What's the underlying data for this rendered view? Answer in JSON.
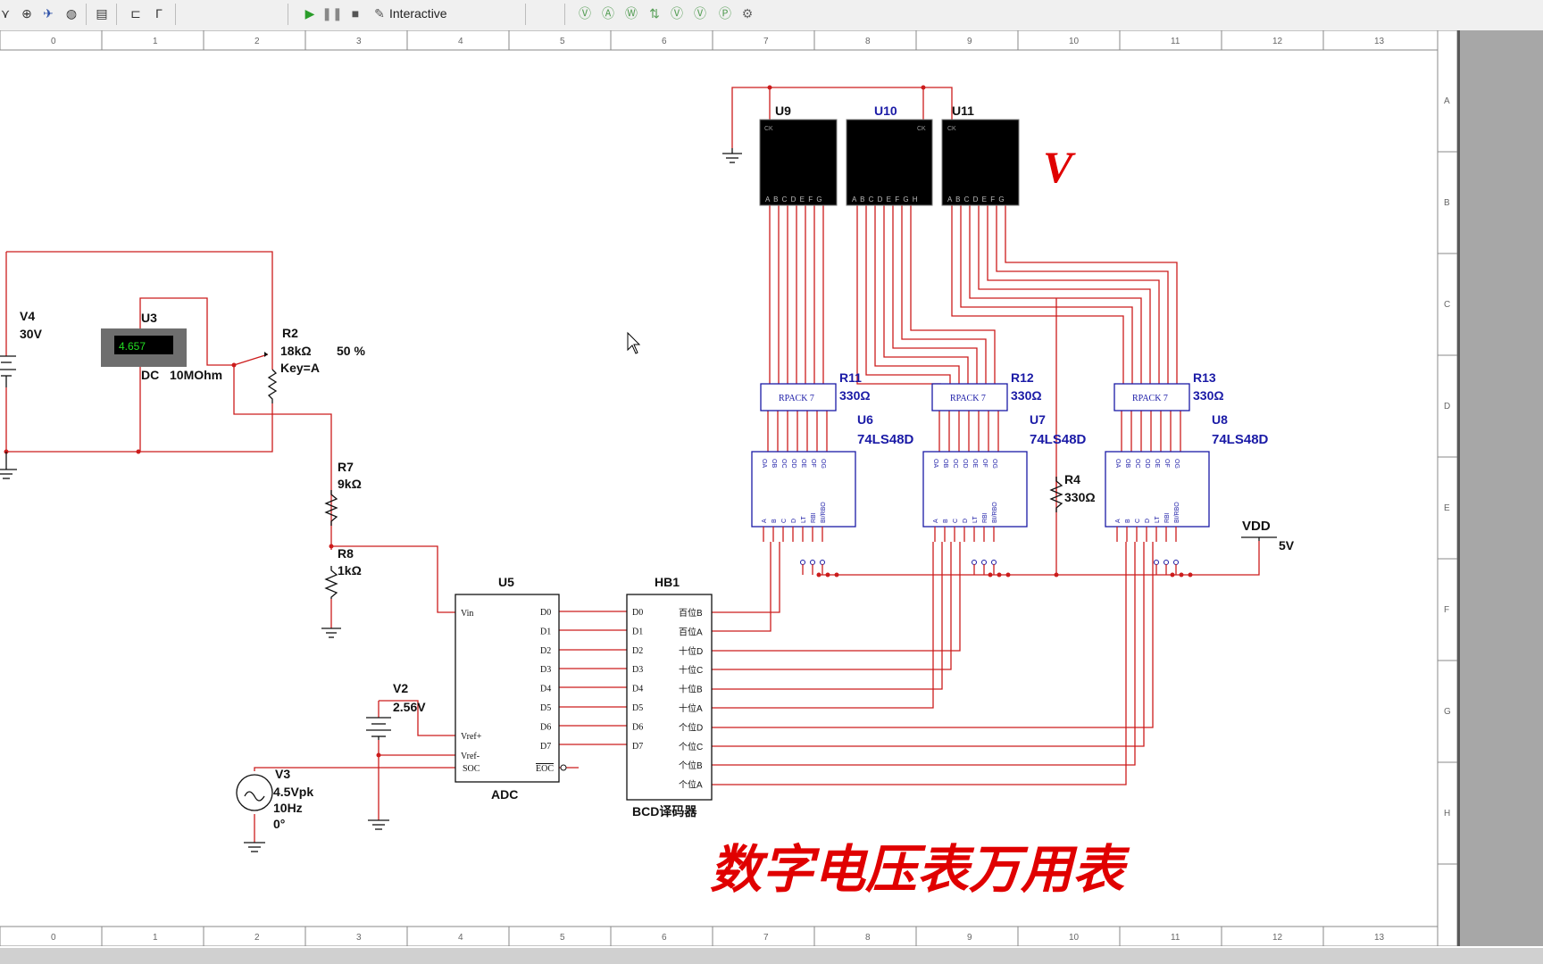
{
  "toolbar": {
    "mode_label": "Interactive",
    "left_icons": [
      "pointer-icon",
      "probe-icon",
      "cursor-icon",
      "bug-icon",
      "clipboard-icon",
      "hierarchy-icon",
      "step-icon"
    ],
    "run_icons": [
      "play-icon",
      "pause-icon",
      "stop-icon"
    ],
    "probe_icons": [
      "probe-v-icon",
      "probe-a-icon",
      "probe-w-icon",
      "probe-vd-icon",
      "probe-vref-icon",
      "probe-vdd-icon",
      "probe-p-icon",
      "gear-icon"
    ],
    "colors": {
      "play": "#2a9d2a",
      "probe": "#5aa05a"
    }
  },
  "rulers": {
    "top_numbers": [
      "0",
      "1",
      "2",
      "3",
      "4",
      "5",
      "6",
      "7",
      "8",
      "9",
      "10",
      "11",
      "12",
      "13"
    ],
    "side_letters": [
      "A",
      "B",
      "C",
      "D",
      "E",
      "F",
      "G",
      "H"
    ]
  },
  "schematic": {
    "components": {
      "v4": {
        "ref": "V4",
        "value": "30V"
      },
      "u3": {
        "ref": "U3",
        "reading": "4.657",
        "mode": "DC",
        "impedance": "10MOhm"
      },
      "r2": {
        "ref": "R2",
        "value": "18kΩ",
        "key": "Key=A",
        "percent": "50 %"
      },
      "r7": {
        "ref": "R7",
        "value": "9kΩ"
      },
      "r8": {
        "ref": "R8",
        "value": "1kΩ"
      },
      "v2": {
        "ref": "V2",
        "value": "2.56V"
      },
      "v3": {
        "ref": "V3",
        "amplitude": "4.5Vpk",
        "freq": "10Hz",
        "phase": "0°"
      },
      "u5": {
        "ref": "U5",
        "name": "ADC",
        "vin": "Vin",
        "vref_p": "Vref+",
        "vref_m": "Vref-",
        "soc": "SOC",
        "eoc": "EOC",
        "outputs": [
          "D0",
          "D1",
          "D2",
          "D3",
          "D4",
          "D5",
          "D6",
          "D7"
        ]
      },
      "hb1": {
        "ref": "HB1",
        "name": "BCD译码器",
        "inputs": [
          "D0",
          "D1",
          "D2",
          "D3",
          "D4",
          "D5",
          "D6",
          "D7"
        ],
        "outputs": [
          "百位B",
          "百位A",
          "十位D",
          "十位C",
          "十位B",
          "十位A",
          "个位D",
          "个位C",
          "个位B",
          "个位A"
        ]
      },
      "u9": {
        "ref": "U9",
        "ck": "CK",
        "pins": "A B C D E F G"
      },
      "u10": {
        "ref": "U10",
        "ck": "CK",
        "pins": "A B C D E F G H"
      },
      "u11": {
        "ref": "U11",
        "ck": "CK",
        "pins": "A B C D E F G"
      },
      "v_symbol": "V",
      "r11": {
        "ref": "R11",
        "value": "330Ω",
        "pack": "RPACK 7"
      },
      "r12": {
        "ref": "R12",
        "value": "330Ω",
        "pack": "RPACK 7"
      },
      "r13": {
        "ref": "R13",
        "value": "330Ω",
        "pack": "RPACK 7"
      },
      "u6": {
        "ref": "U6",
        "part": "74LS48D"
      },
      "u7": {
        "ref": "U7",
        "part": "74LS48D"
      },
      "u8": {
        "ref": "U8",
        "part": "74LS48D"
      },
      "r4": {
        "ref": "R4",
        "value": "330Ω"
      },
      "vdd": {
        "ref": "VDD",
        "value": "5V"
      }
    },
    "decoder_top_pins": [
      "OA",
      "OB",
      "OC",
      "OD",
      "OE",
      "OF",
      "OG"
    ],
    "decoder_bottom_pins": [
      "A",
      "B",
      "C",
      "D",
      "LT",
      "RBI",
      "BI/RBO"
    ],
    "title": "数字电压表万用表",
    "colors": {
      "wire": "#cc1c1c",
      "label": "#111111",
      "part": "#1a1aa6",
      "display": "#000000",
      "meter_bg": "#6e6e6e",
      "meter_text": "#22dd22",
      "title": "#e00000"
    }
  }
}
